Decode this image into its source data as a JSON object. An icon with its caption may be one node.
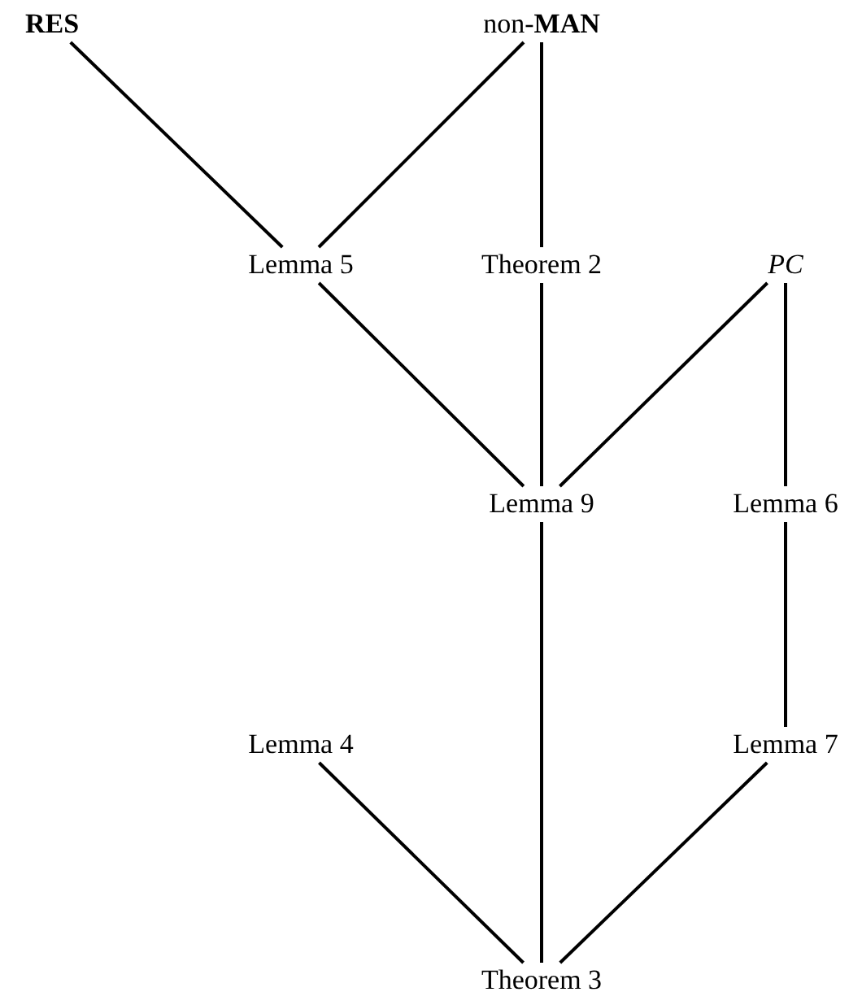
{
  "diagram": {
    "nodes": [
      {
        "text": [
          "RES"
        ]
      },
      {
        "text": [
          "non-**MAN**"
        ]
      },
      {
        "text": [
          "Lemma 5"
        ]
      },
      {
        "text": [
          "Theorem 2"
        ]
      },
      {
        "text": [
          "PC"
        ]
      },
      {
        "text": [
          "Lemma 9"
        ]
      },
      {
        "text": [
          "Lemma 6"
        ]
      },
      {
        "text": [
          "Lemma 4"
        ]
      },
      {
        "text": [
          "Lemma 7"
        ]
      },
      {
        "text": [
          "Theorem 3"
        ]
      }
    ],
    "edges": [
      {
        "from": 0,
        "to": 2,
        "arrow": "none"
      },
      {
        "from": 1,
        "to": 2,
        "arrow": "none"
      },
      {
        "from": 1,
        "to": 3,
        "arrow": "none"
      },
      {
        "from": 2,
        "to": 5,
        "arrow": "none"
      },
      {
        "from": 3,
        "to": 5,
        "arrow": "none"
      },
      {
        "from": 4,
        "to": 5,
        "arrow": "none"
      },
      {
        "from": 4,
        "to": 6,
        "arrow": "none"
      },
      {
        "from": 6,
        "to": 8,
        "arrow": "none"
      },
      {
        "from": 5,
        "to": 9,
        "arrow": "none"
      },
      {
        "from": 7,
        "to": 9,
        "arrow": "none"
      },
      {
        "from": 8,
        "to": 9,
        "arrow": "none"
      }
    ]
  }
}
